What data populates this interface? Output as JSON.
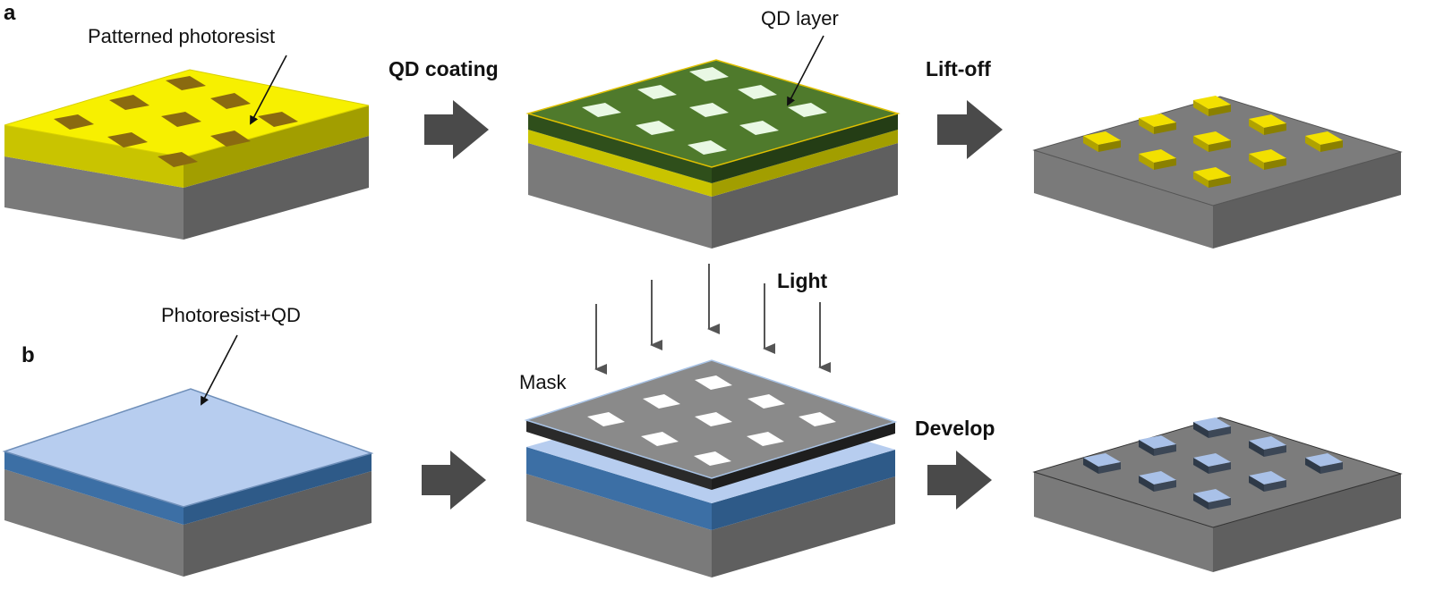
{
  "panels": {
    "a": "a",
    "b": "b"
  },
  "labels": {
    "patterned_photoresist": "Patterned photoresist",
    "qd_coating": "QD coating",
    "qd_layer": "QD layer",
    "lift_off": "Lift-off",
    "photoresist_qd": "Photoresist+QD",
    "light": "Light",
    "mask": "Mask",
    "develop": "Develop"
  },
  "colors": {
    "substrate_top": "#7c7c7c",
    "substrate_left": "#7a7a7a",
    "substrate_right": "#5f5f5f",
    "photoresist_yellow": "#f7f000",
    "photoresist_yellow_side": "#c9c400",
    "photoresist_yellow_dark": "#a29e00",
    "hole_brown": "#8a6a10",
    "qd_green": "#4f7a2c",
    "qd_green_side": "#2f4f1b",
    "qd_square": "#e9f8e4",
    "pr_blue_top": "#b7cdef",
    "pr_blue_side": "#3c6fa5",
    "mask_gray": "#8a8a8a",
    "mask_edge": "#2a2a2a",
    "arrow_gray": "#4a4a4a",
    "pillar_yellow": "#f2e000",
    "pillar_blue": "#a9c1e8"
  }
}
